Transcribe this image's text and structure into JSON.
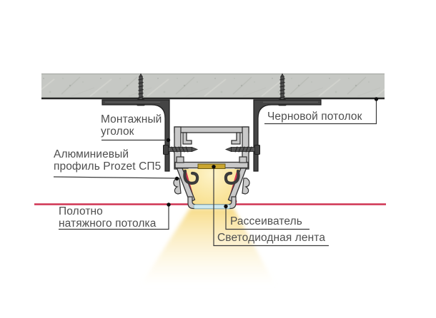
{
  "diagram": {
    "subject": "recessed-led-profile-in-stretch-ceiling-cross-section",
    "labels": {
      "mounting_bracket": {
        "line1": "Монтажный",
        "line2": "уголок"
      },
      "aluminum_profile": {
        "line1": "Алюминиевый",
        "line2": "профиль Prozet СП5"
      },
      "rough_ceiling": {
        "text": "Черновой потолок"
      },
      "stretch_ceiling": {
        "line1": "Полотно",
        "line2": "натяжного потолка"
      },
      "diffuser": {
        "text": "Рассеиватель"
      },
      "led_strip": {
        "text": "Светодиодная лента"
      }
    },
    "colors": {
      "fabric_line": "#cf3352",
      "beam_yellow": "#f7da83",
      "led_strip": "#c9a52f",
      "diffuser_blue": "#cfe9ef",
      "concrete_gray": "#c6c8c4",
      "metal_light": "#c9c9c9",
      "metal_dark": "#454545",
      "label_text": "#4e4e4e"
    }
  }
}
